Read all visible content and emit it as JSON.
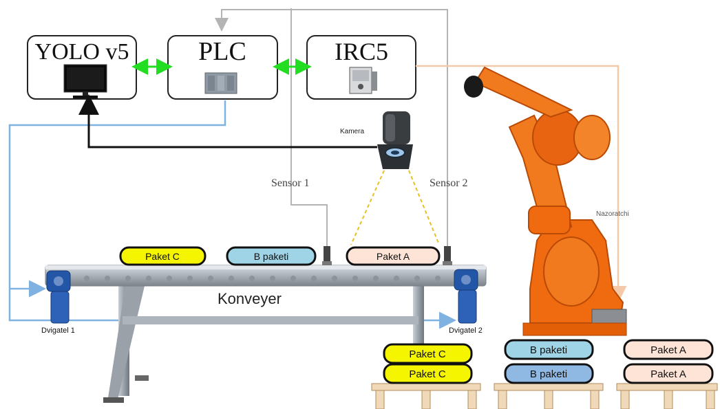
{
  "blocks": {
    "yolo": "YOLO v5",
    "plc": "PLC",
    "irc5": "IRC5"
  },
  "labels": {
    "camera": "Kamera",
    "sensor1": "Sensor 1",
    "sensor2": "Sensor 2",
    "conveyor": "Konveyer",
    "motor1": "Dvigatel 1",
    "motor2": "Dvigatel 2",
    "controller": "Nazoratchi"
  },
  "conveyor_packages": {
    "c": "Paket C",
    "b": "B paketi",
    "a": "Paket A"
  },
  "stacks": {
    "c_top": "Paket C",
    "c_bottom": "Paket C",
    "b_top": "B paketi",
    "b_bottom": "B paketi",
    "a_top": "Paket A",
    "a_bottom": "Paket A"
  },
  "colors": {
    "link_green": "#22dd22",
    "signal_blue": "#7fb2e0",
    "sensor_gray": "#b4b4b4",
    "robot_link": "#f3c9a8",
    "camera_dashed": "#e8c020",
    "paket_c": "#f5f500",
    "paket_b": "#9fd3e6",
    "paket_a": "#fde4d6",
    "robot_orange": "#f06a10",
    "motor_blue": "#2456a8"
  },
  "icons": [
    "monitor-icon",
    "plc-icon",
    "irc5-controller-icon",
    "camera-icon",
    "robot-arm-icon",
    "motor-icon"
  ]
}
